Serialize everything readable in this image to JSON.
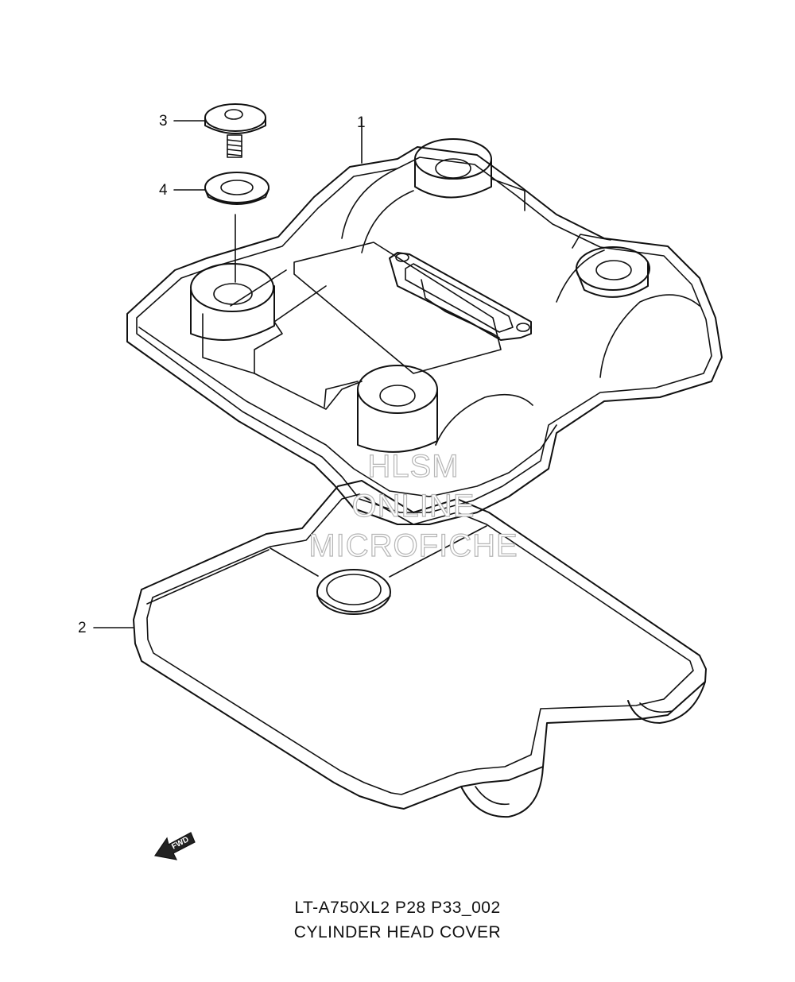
{
  "callouts": [
    {
      "number": "1",
      "part": "cylinder-head-cover"
    },
    {
      "number": "2",
      "part": "cylinder-head-cover-gasket"
    },
    {
      "number": "3",
      "part": "bolt"
    },
    {
      "number": "4",
      "part": "bolt-gasket"
    }
  ],
  "watermark": {
    "line1": "HLSM",
    "line2": "ONLINE",
    "line3": "MICROFICHE",
    "color": "#b5b5b5"
  },
  "direction_marker": {
    "label": "FWD",
    "icon": "forward-arrow-icon"
  },
  "caption": {
    "code": "LT-A750XL2 P28 P33_002",
    "title": "CYLINDER HEAD COVER"
  }
}
